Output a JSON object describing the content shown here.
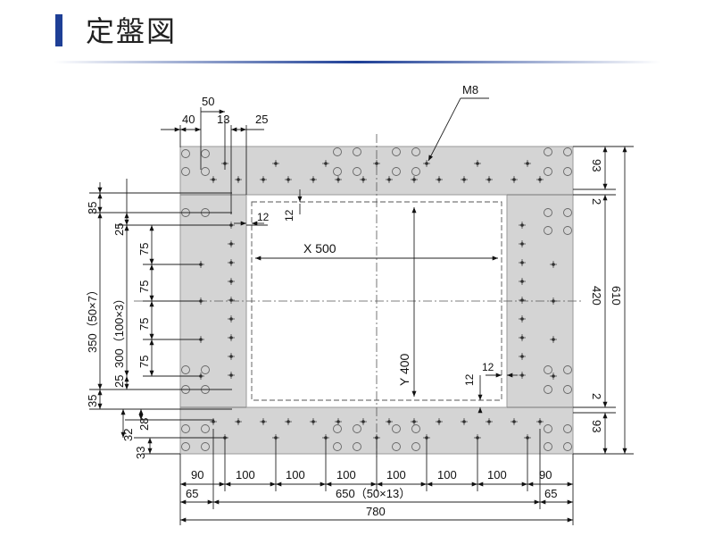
{
  "header": {
    "title": "定盤図"
  },
  "labels": {
    "m8": "M8",
    "x_travel": "X 500",
    "y_travel": "Y 400",
    "top_40": "40",
    "top_50": "50",
    "top_13": "13",
    "top_25": "25",
    "left_35_top": "35",
    "left_25_top": "25",
    "left_75a": "75",
    "left_75b": "75",
    "left_75c": "75",
    "left_75d": "75",
    "left_25_bot": "25",
    "left_35_bot": "35",
    "left_350": "350（50×7）",
    "left_300": "300（100×3）",
    "left_28": "28",
    "left_32": "32",
    "left_33": "33",
    "inner_12a": "12",
    "inner_12b": "12",
    "inner_12c": "12",
    "inner_12d": "12",
    "right_93_top": "93",
    "right_2_top": "2",
    "right_420": "420",
    "right_610": "610",
    "right_2_bot": "2",
    "right_93_bot": "93",
    "bot_90_l": "90",
    "bot_100_1": "100",
    "bot_100_2": "100",
    "bot_100_3": "100",
    "bot_100_4": "100",
    "bot_100_5": "100",
    "bot_100_6": "100",
    "bot_90_r": "90",
    "bot_65_l": "65",
    "bot_650": "650（50×13）",
    "bot_65_r": "65",
    "bot_780": "780"
  },
  "colors": {
    "plate": "#d4d4d4",
    "plate_edge": "#9a9a9a",
    "accent": "#1e3f96"
  },
  "icons": {
    "tapped_hole": "crosshair-circle",
    "through_hole": "open-circle"
  }
}
